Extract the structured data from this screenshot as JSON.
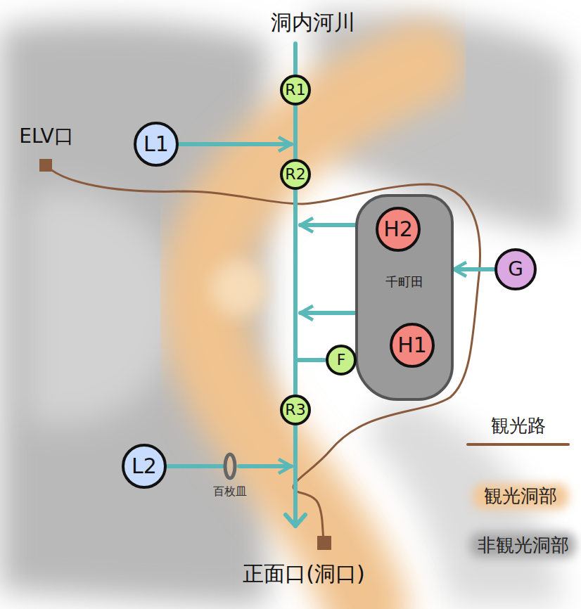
{
  "diagram": {
    "nodes": [
      {
        "text": [
          "R1"
        ]
      },
      {
        "text": [
          "L1"
        ]
      },
      {
        "text": [
          "R2"
        ]
      },
      {
        "text": [
          "千町田"
        ]
      },
      {
        "text": [
          "H2"
        ],
        "in": 3
      },
      {
        "text": [
          "G"
        ]
      },
      {
        "text": [
          "H1"
        ],
        "in": 3
      },
      {
        "text": [
          "F"
        ]
      },
      {
        "text": [
          "R3"
        ]
      },
      {
        "text": [
          "L2"
        ]
      },
      {
        "text": [
          "百枚皿"
        ]
      }
    ],
    "edges": [
      {
        "from": 0,
        "to": 2,
        "arrow": "none"
      },
      {
        "from": 2,
        "to": 8,
        "arrow": "none"
      },
      {
        "from": 5,
        "to": 3,
        "arrow": "to"
      },
      {
        "from": 7,
        "to": 6,
        "arrow": "to"
      },
      {
        "from": 9,
        "to": 10,
        "arrow": "none"
      }
    ],
    "labels": [
      "洞内河川",
      "ELV口",
      "正面口(洞口)"
    ],
    "legend": [
      {
        "text": "観光路"
      },
      {
        "text": "観光洞部",
        "color": "#f2c796"
      },
      {
        "text": "非観光洞部",
        "color": "#a9a9a9"
      }
    ]
  }
}
